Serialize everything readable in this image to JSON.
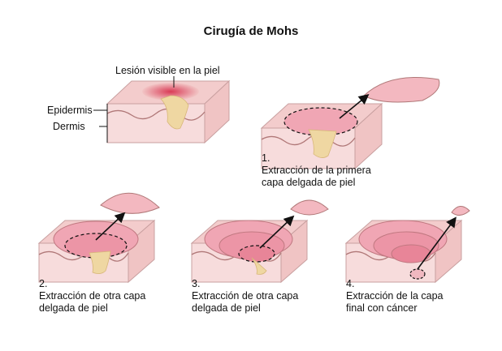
{
  "title": "Cirugía de Mohs",
  "labels": {
    "lesion": "Lesión visible en la piel",
    "epidermis": "Epidermis",
    "dermis": "Dermis"
  },
  "steps": [
    {
      "number": "1.",
      "line1": "Extracción de la primera",
      "line2": "capa delgada de piel"
    },
    {
      "number": "2.",
      "line1": "Extracción de otra capa",
      "line2": "delgada de piel"
    },
    {
      "number": "3.",
      "line1": "Extracción de otra capa",
      "line2": "delgada de piel"
    },
    {
      "number": "4.",
      "line1": "Extracción de la capa",
      "line2": "final con cáncer"
    }
  ],
  "colors": {
    "skin_top": "#f2c6c6",
    "skin_side": "#f6d4d4",
    "dermis": "#f8dede",
    "lesion": "#e0556a",
    "tumor": "#efd7a2",
    "crater": "#f0a6b4",
    "outline": "#7a5a5a"
  }
}
